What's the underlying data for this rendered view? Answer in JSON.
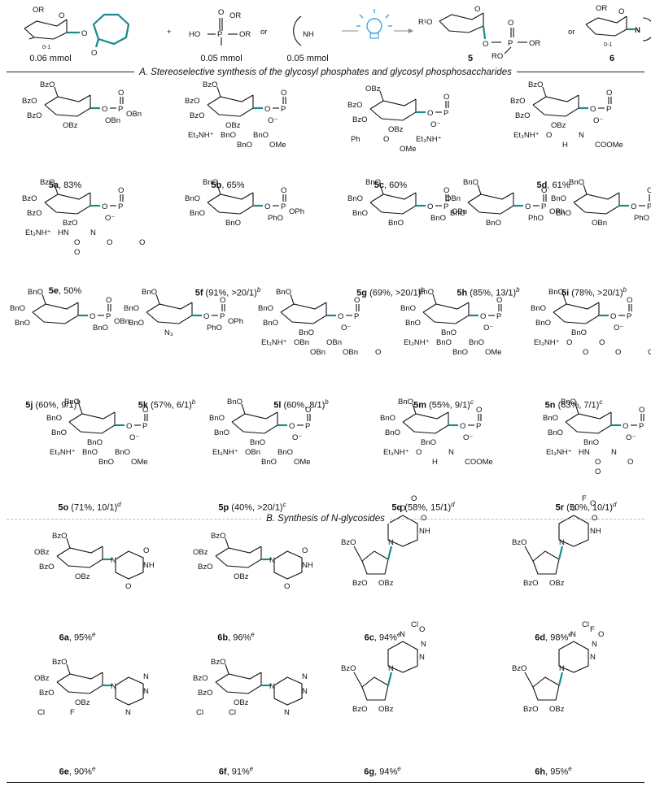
{
  "reaction": {
    "donor_amount": "0.06 mmol",
    "phosphate_amount": "0.05 mmol",
    "amine_amount": "0.05 mmol",
    "or1": "or",
    "or2": "or",
    "plus": "+",
    "product5": "5",
    "product6": "6",
    "donor_sugar_labels": [
      "OR",
      "0-1",
      "O",
      "O"
    ],
    "phosphate_labels": [
      "O",
      "OR",
      "HO",
      "P",
      "OR"
    ],
    "amine_label": "NH",
    "product5_labels": [
      "R¹O",
      "O",
      "O",
      "P",
      "O",
      "RO",
      "OR"
    ],
    "product6_labels": [
      "OR",
      "O",
      "0-1",
      "N"
    ]
  },
  "section_a": {
    "title": "A. Stereoselective synthesis of the glycosyl phosphates and glycosyl phosphosaccharides"
  },
  "section_b": {
    "title": "B.  Synthesis of N-glycosides"
  },
  "compounds": [
    {
      "id": "5a",
      "detail": ", 83%",
      "sup": ""
    },
    {
      "id": "5b",
      "detail": ", 65%",
      "sup": ""
    },
    {
      "id": "5c",
      "detail": ", 60%",
      "sup": ""
    },
    {
      "id": "5d",
      "detail": ", 61%",
      "sup": ""
    },
    {
      "id": "5e",
      "detail": ", 50%",
      "sup": ""
    },
    {
      "id": "5f",
      "detail": " (91%, >20/1)",
      "sup": "b"
    },
    {
      "id": "5g",
      "detail": " (69%, >20/1)",
      "sup": "b"
    },
    {
      "id": "5h",
      "detail": " (85%, 13/1)",
      "sup": "b"
    },
    {
      "id": "5i",
      "detail": " (78%, >20/1)",
      "sup": "b"
    },
    {
      "id": "5j",
      "detail": " (60%, 9/1)",
      "sup": "b"
    },
    {
      "id": "5k",
      "detail": " (57%, 6/1)",
      "sup": "b"
    },
    {
      "id": "5l",
      "detail": " (60%, 8/1)",
      "sup": "b"
    },
    {
      "id": "5m",
      "detail": "  (55%, 9/1)",
      "sup": "c"
    },
    {
      "id": "5n",
      "detail": " (63%, 7/1)",
      "sup": "c"
    },
    {
      "id": "5o",
      "detail": " (71%, 10/1)",
      "sup": "d"
    },
    {
      "id": "5p",
      "detail": " (40%, >20/1)",
      "sup": "c"
    },
    {
      "id": "5q",
      "detail": " (58%, 15/1)",
      "sup": "d"
    },
    {
      "id": "5r",
      "detail": " (50%, 10/1)",
      "sup": "d"
    },
    {
      "id": "6a",
      "detail": ", 95%",
      "sup": "e"
    },
    {
      "id": "6b",
      "detail": ", 96%",
      "sup": "e"
    },
    {
      "id": "6c",
      "detail": ", 94%",
      "sup": "e"
    },
    {
      "id": "6d",
      "detail": ", 98%",
      "sup": "e"
    },
    {
      "id": "6e",
      "detail": ", 90%",
      "sup": "e"
    },
    {
      "id": "6f",
      "detail": ", 91%",
      "sup": "e"
    },
    {
      "id": "6g",
      "detail": ", 94%",
      "sup": "e"
    },
    {
      "id": "6h",
      "detail": ", 95%",
      "sup": "e"
    }
  ],
  "structures": [
    {
      "id": "5a",
      "sugar": [
        "BzO",
        "BzO",
        "BzO",
        "OBz"
      ],
      "group": [
        "O",
        "O",
        "P",
        "OBn",
        "OBn"
      ],
      "extra": []
    },
    {
      "id": "5b",
      "sugar": [
        "BzO",
        "BzO",
        "BzO",
        "OBz"
      ],
      "group": [
        "O",
        "O",
        "P",
        "O⁻"
      ],
      "extra": [
        "Et₃NH⁺",
        "BnO",
        "BnO",
        "BnO",
        "OMe"
      ]
    },
    {
      "id": "5c",
      "sugar": [
        "OBz",
        "BzO",
        "BzO",
        "OBz"
      ],
      "group": [
        "O",
        "O",
        "P",
        "O⁻"
      ],
      "extra": [
        "Ph",
        "O",
        "Et₃NH⁺",
        "OMe"
      ]
    },
    {
      "id": "5d",
      "sugar": [
        "BzO",
        "BzO",
        "BzO",
        "OBz"
      ],
      "group": [
        "O",
        "O",
        "P",
        "O⁻"
      ],
      "extra": [
        "Et₃NH⁺",
        "O",
        "N",
        "H",
        "COOMe"
      ]
    },
    {
      "id": "5e",
      "sugar": [
        "BzO",
        "BzO",
        "BzO",
        "BzO"
      ],
      "group": [
        "O",
        "O",
        "P",
        "O⁻"
      ],
      "extra": [
        "Et₃NH⁺",
        "HN",
        "N",
        "O",
        "O",
        "O",
        "O"
      ]
    },
    {
      "id": "5f",
      "sugar": [
        "BnO",
        "BnO",
        "BnO",
        "BnO"
      ],
      "group": [
        "O",
        "O",
        "P",
        "PhO",
        "OPh"
      ],
      "extra": []
    },
    {
      "id": "5g",
      "sugar": [
        "BnO",
        "BnO",
        "BnO",
        "BnO"
      ],
      "group": [
        "O",
        "O",
        "P",
        "BnO",
        "OBn"
      ],
      "extra": []
    },
    {
      "id": "5h",
      "sugar": [
        "BnO",
        "OBn",
        "BnO",
        "BnO"
      ],
      "group": [
        "O",
        "O",
        "P",
        "PhO",
        "OPh"
      ],
      "extra": []
    },
    {
      "id": "5i",
      "sugar": [
        "BnO",
        "BnO",
        "BnO",
        "OBn"
      ],
      "group": [
        "O",
        "O",
        "P",
        "PhO",
        "OPh"
      ],
      "extra": []
    },
    {
      "id": "5j",
      "sugar": [
        "BnO",
        "BnO",
        "BnO",
        ""
      ],
      "group": [
        "O",
        "O",
        "P",
        "BnO",
        "OBn"
      ],
      "extra": []
    },
    {
      "id": "5k",
      "sugar": [
        "BnO",
        "BnO",
        "BnO",
        "N₃"
      ],
      "group": [
        "O",
        "O",
        "P",
        "PhO",
        "OPh"
      ],
      "extra": []
    },
    {
      "id": "5l",
      "sugar": [
        "BnO",
        "BnO",
        "BnO",
        "BnO"
      ],
      "group": [
        "O",
        "O",
        "P",
        "O⁻"
      ],
      "extra": [
        "Et₃NH⁺",
        "OBn",
        "OBn",
        "OBn",
        "OBn",
        "O"
      ]
    },
    {
      "id": "5m",
      "sugar": [
        "BnO",
        "BnO",
        "BnO",
        "BnO"
      ],
      "group": [
        "O",
        "O",
        "P",
        "O⁻"
      ],
      "extra": [
        "Et₃NH⁺",
        "BnO",
        "BnO",
        "BnO",
        "OMe"
      ]
    },
    {
      "id": "5n",
      "sugar": [
        "BnO",
        "BnO",
        "BnO",
        "BnO"
      ],
      "group": [
        "O",
        "O",
        "P",
        "O⁻"
      ],
      "extra": [
        "Et₃NH⁺",
        "O",
        "O",
        "O",
        "O",
        "O"
      ]
    },
    {
      "id": "5o",
      "sugar": [
        "BnO",
        "BnO",
        "BnO",
        "BnO"
      ],
      "group": [
        "O",
        "O",
        "P",
        "O⁻"
      ],
      "extra": [
        "Et₃NH⁺",
        "BnO",
        "BnO",
        "BnO",
        "OMe"
      ]
    },
    {
      "id": "5p",
      "sugar": [
        "BnO",
        "BnO",
        "BnO",
        "BnO"
      ],
      "group": [
        "O",
        "O",
        "P",
        "O⁻"
      ],
      "extra": [
        "Et₃NH⁺",
        "OBn",
        "BnO",
        "BnO",
        "OMe"
      ]
    },
    {
      "id": "5q",
      "sugar": [
        "BnO",
        "BnO",
        "BnO",
        "BnO"
      ],
      "group": [
        "O",
        "O",
        "P",
        "O⁻"
      ],
      "extra": [
        "Et₃NH⁺",
        "O",
        "N",
        "H",
        "COOMe"
      ]
    },
    {
      "id": "5r",
      "sugar": [
        "BnO",
        "BnO",
        "BnO",
        "BnO"
      ],
      "group": [
        "O",
        "O",
        "P",
        "O⁻"
      ],
      "extra": [
        "Et₃NH⁺",
        "HN",
        "N",
        "O",
        "O",
        "O",
        "O"
      ]
    },
    {
      "id": "6a",
      "sugar": [
        "BzO",
        "OBz",
        "BzO",
        "OBz"
      ],
      "group": [
        "N",
        "NH",
        "O",
        "O"
      ],
      "extra": []
    },
    {
      "id": "6b",
      "sugar": [
        "BzO",
        "OBz",
        "BzO",
        "OBz"
      ],
      "group": [
        "N",
        "NH",
        "O",
        "O"
      ],
      "extra": []
    },
    {
      "id": "6c",
      "sugar": [
        "BzO",
        "OBz",
        "BzO",
        ""
      ],
      "group": [
        "N",
        "NH",
        "O",
        "O"
      ],
      "extra": [
        "O"
      ]
    },
    {
      "id": "6d",
      "sugar": [
        "BzO",
        "OBz",
        "BzO",
        ""
      ],
      "group": [
        "N",
        "NH",
        "O",
        "O"
      ],
      "extra": [
        "F",
        "O"
      ]
    },
    {
      "id": "6e",
      "sugar": [
        "BzO",
        "OBz",
        "BzO",
        "OBz"
      ],
      "group": [
        "N",
        "N",
        "N",
        "N"
      ],
      "extra": [
        "Cl",
        "F"
      ]
    },
    {
      "id": "6f",
      "sugar": [
        "BzO",
        "BzO",
        "BzO",
        "OBz"
      ],
      "group": [
        "N",
        "N",
        "N",
        "N"
      ],
      "extra": [
        "Cl",
        "Cl"
      ]
    },
    {
      "id": "6g",
      "sugar": [
        "BzO",
        "OBz",
        "BzO",
        ""
      ],
      "group": [
        "N",
        "N",
        "N",
        "N"
      ],
      "extra": [
        "Cl",
        "O"
      ]
    },
    {
      "id": "6h",
      "sugar": [
        "BzO",
        "OBz",
        "BzO",
        ""
      ],
      "group": [
        "N",
        "N",
        "N",
        "N"
      ],
      "extra": [
        "Cl",
        "F",
        "O"
      ]
    }
  ],
  "colors": {
    "highlight_bond": "#1a8a8a",
    "bulb": "#3aa6e8",
    "text": "#111111"
  }
}
